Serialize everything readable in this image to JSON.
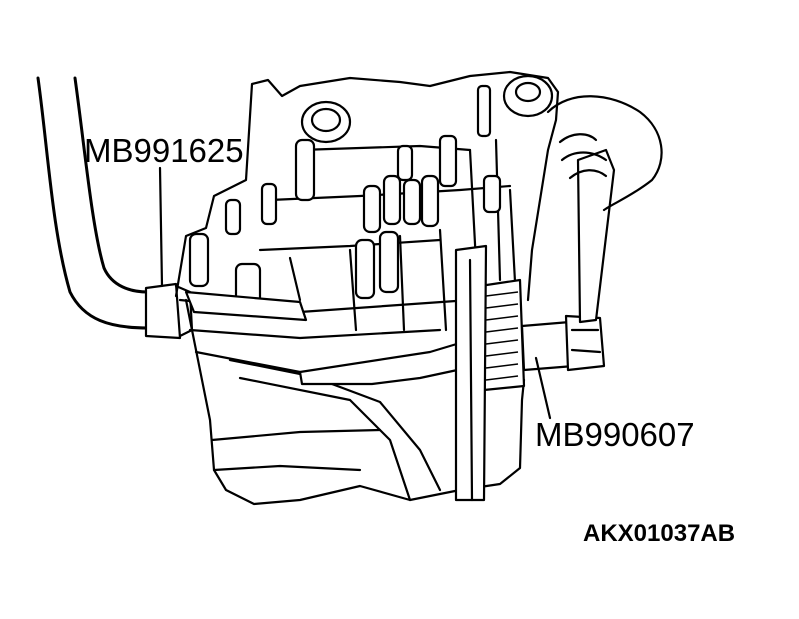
{
  "labels": {
    "tool_upper_left": "MB991625",
    "tool_lower_right": "MB990607"
  },
  "figure_code": "AKX01037AB",
  "colors": {
    "ink": "#000000",
    "paper": "#ffffff"
  }
}
